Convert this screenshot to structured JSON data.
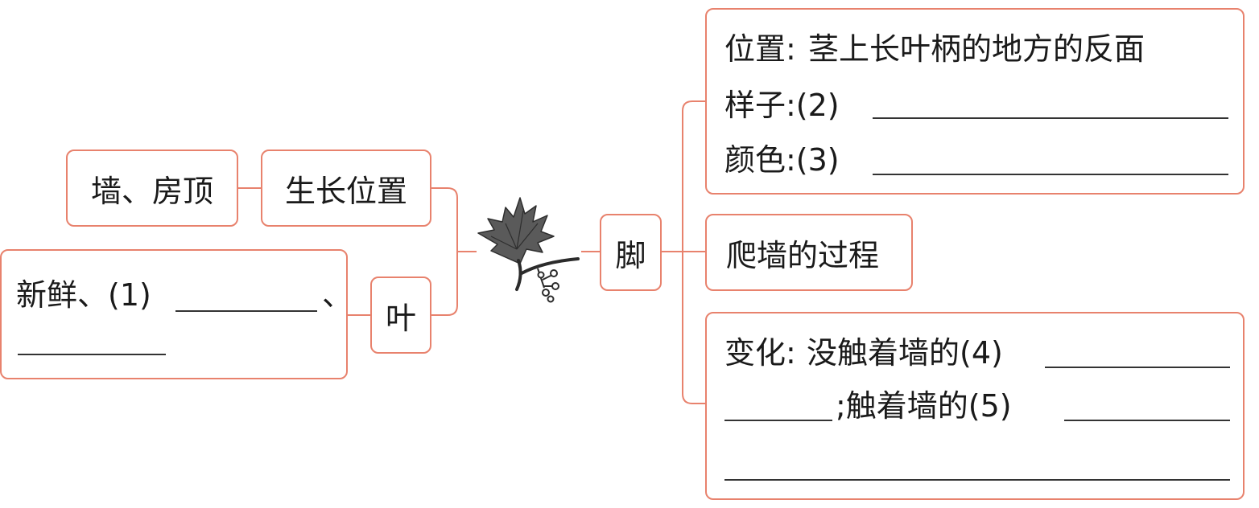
{
  "center": {
    "icon": "ivy-leaf-icon"
  },
  "left": {
    "growth_location": {
      "label": "生长位置",
      "answer": "墙、房顶"
    },
    "leaf": {
      "label": "叶",
      "answer_prefix": "新鲜、(1)",
      "separator": "、"
    }
  },
  "right": {
    "foot": {
      "label": "脚"
    },
    "position": {
      "label": "位置:",
      "text": "茎上长叶柄的地方的反面"
    },
    "shape": {
      "label": "样子:(2)"
    },
    "color": {
      "label": "颜色:(3)"
    },
    "climb_process": {
      "label": "爬墙的过程"
    },
    "change": {
      "label": "变化:",
      "text_1": "没触着墙的(4)",
      "text_2": ";触着墙的(5)"
    }
  },
  "colors": {
    "border": "#e8826d",
    "text": "#1a1a1a",
    "leaf": "#555555"
  }
}
